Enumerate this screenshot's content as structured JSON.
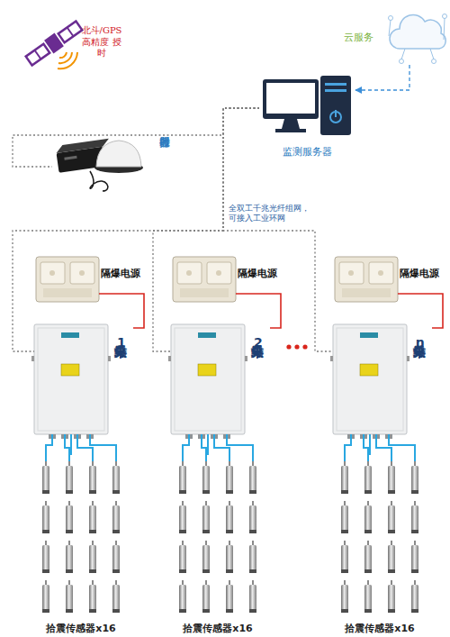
{
  "diagram": {
    "nodes": [
      {
        "text": [
          "云服务"
        ]
      },
      {
        "text": [
          "监测服务器"
        ]
      },
      {
        "text": [
          "授时服务器"
        ]
      },
      {
        "text": [
          "隔爆电源"
        ]
      },
      {
        "text": [
          "采集分站1"
        ]
      },
      {
        "text": [
          "拾震传感器x16"
        ]
      },
      {
        "text": [
          "隔爆电源"
        ]
      },
      {
        "text": [
          "采集分站2"
        ]
      },
      {
        "text": [
          "拾震传感器x16"
        ]
      },
      {
        "text": [
          "隔爆电源"
        ]
      },
      {
        "text": [
          "采集分站n"
        ]
      },
      {
        "text": [
          "拾震传感器x16"
        ]
      }
    ],
    "edges": [
      {
        "from": 0,
        "to": 1,
        "arrow": "to"
      },
      {
        "from": 1,
        "to": 2,
        "arrow": "none"
      },
      {
        "from": 1,
        "to": 4,
        "arrow": "none"
      },
      {
        "from": 1,
        "to": 7,
        "arrow": "none"
      },
      {
        "from": 1,
        "to": 10,
        "arrow": "none"
      },
      {
        "from": 3,
        "to": 4,
        "arrow": "none"
      },
      {
        "from": 6,
        "to": 7,
        "arrow": "none"
      },
      {
        "from": 9,
        "to": 10,
        "arrow": "none"
      },
      {
        "from": 4,
        "to": 5,
        "arrow": "none"
      },
      {
        "from": 7,
        "to": 8,
        "arrow": "none"
      },
      {
        "from": 10,
        "to": 11,
        "arrow": "none"
      }
    ],
    "labels": [
      "北斗/GPS 高精度 授时",
      "全双工千兆光纤组网，可接入工业环网"
    ]
  }
}
